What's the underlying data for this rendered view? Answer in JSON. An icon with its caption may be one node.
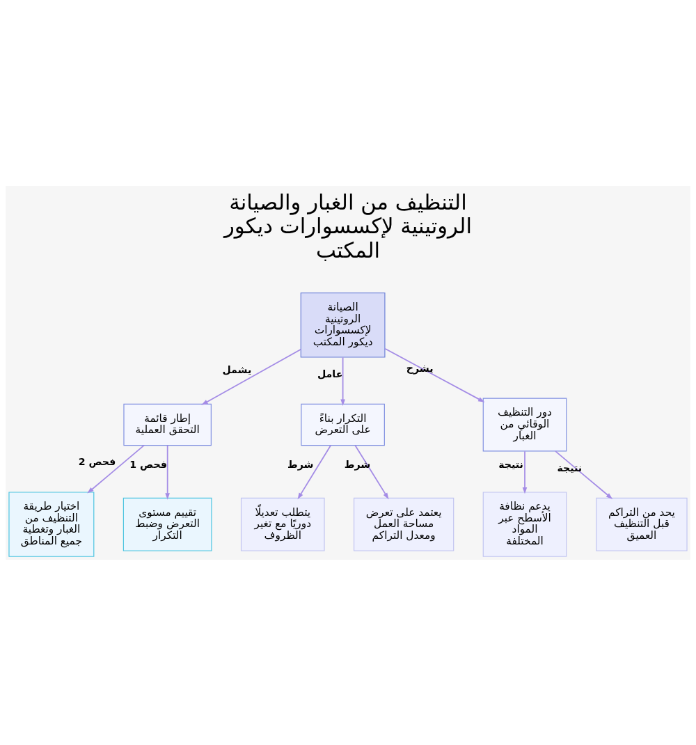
{
  "diagram": {
    "title": "التنظيف من الغبار والصيانة الروتينية لإكسسوارات ديكور المكتب",
    "nodes": [
      {
        "text": [
          "الصيانة الروتينية لإكسسوارات ديكور المكتب"
        ]
      },
      {
        "text": [
          "إطار قائمة التحقق العملية"
        ]
      },
      {
        "text": [
          "التكرار بناءً على التعرض"
        ]
      },
      {
        "text": [
          "دور التنظيف الوقائي من الغبار"
        ]
      },
      {
        "text": [
          "اختيار طريقة التنظيف من الغبار وتغطية جميع المناطق"
        ]
      },
      {
        "text": [
          "تقييم مستوى التعرض وضبط التكرار"
        ]
      },
      {
        "text": [
          "يتطلب تعديلًا دوريًا مع تغير الظروف"
        ]
      },
      {
        "text": [
          "يعتمد على تعرض مساحة العمل ومعدل التراكم"
        ]
      },
      {
        "text": [
          "يدعم نظافة الأسطح عبر المواد المختلفة"
        ]
      },
      {
        "text": [
          "يحد من التراكم قبل التنظيف العميق"
        ]
      }
    ],
    "edges": [
      {
        "from": 0,
        "to": 1,
        "arrow": "to",
        "label": "يشمل"
      },
      {
        "from": 0,
        "to": 2,
        "arrow": "to",
        "label": "عامل"
      },
      {
        "from": 0,
        "to": 3,
        "arrow": "to",
        "label": "يشرح"
      },
      {
        "from": 1,
        "to": 4,
        "arrow": "to",
        "label": "فحص 2"
      },
      {
        "from": 1,
        "to": 5,
        "arrow": "to",
        "label": "فحص 1"
      },
      {
        "from": 2,
        "to": 6,
        "arrow": "to",
        "label": "شرط"
      },
      {
        "from": 2,
        "to": 7,
        "arrow": "to",
        "label": "شرط"
      },
      {
        "from": 3,
        "to": 8,
        "arrow": "to",
        "label": "نتيجة"
      },
      {
        "from": 3,
        "to": 9,
        "arrow": "to",
        "label": "نتيجة"
      }
    ]
  }
}
